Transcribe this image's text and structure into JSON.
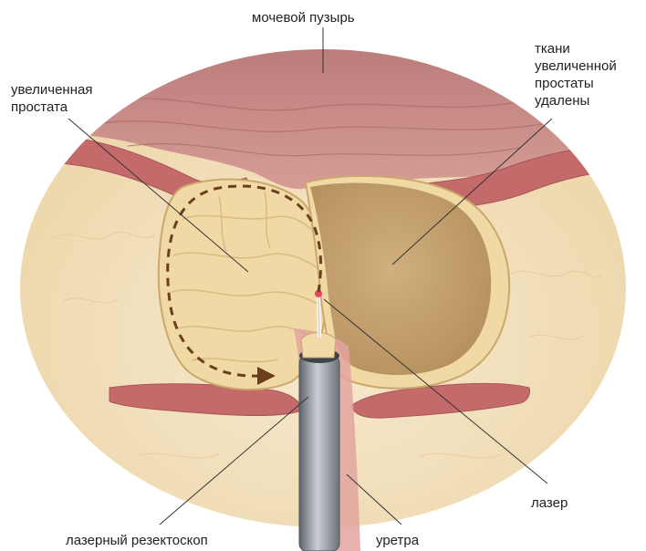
{
  "labels": {
    "bladder": "мочевой пузырь",
    "enlarged_prostate": "увеличенная\nпростата",
    "removed_tissue": "ткани\nувеличенной\nпростаты\nудалены",
    "laser": "лазер",
    "resectoscope": "лазерный резектоскоп",
    "urethra": "уретра"
  },
  "colors": {
    "background_fat": "#f3e2bf",
    "bladder_wall": "#c98585",
    "muscle": "#c46a6a",
    "prostate": "#f0d9a4",
    "resected_cavity": "#c7a574",
    "instrument": "#8f959b",
    "laser_tip": "#e8435a",
    "arrow": "#6b3f1e"
  },
  "icons": {
    "direction_arrow": "dashed-curved-arrow"
  }
}
